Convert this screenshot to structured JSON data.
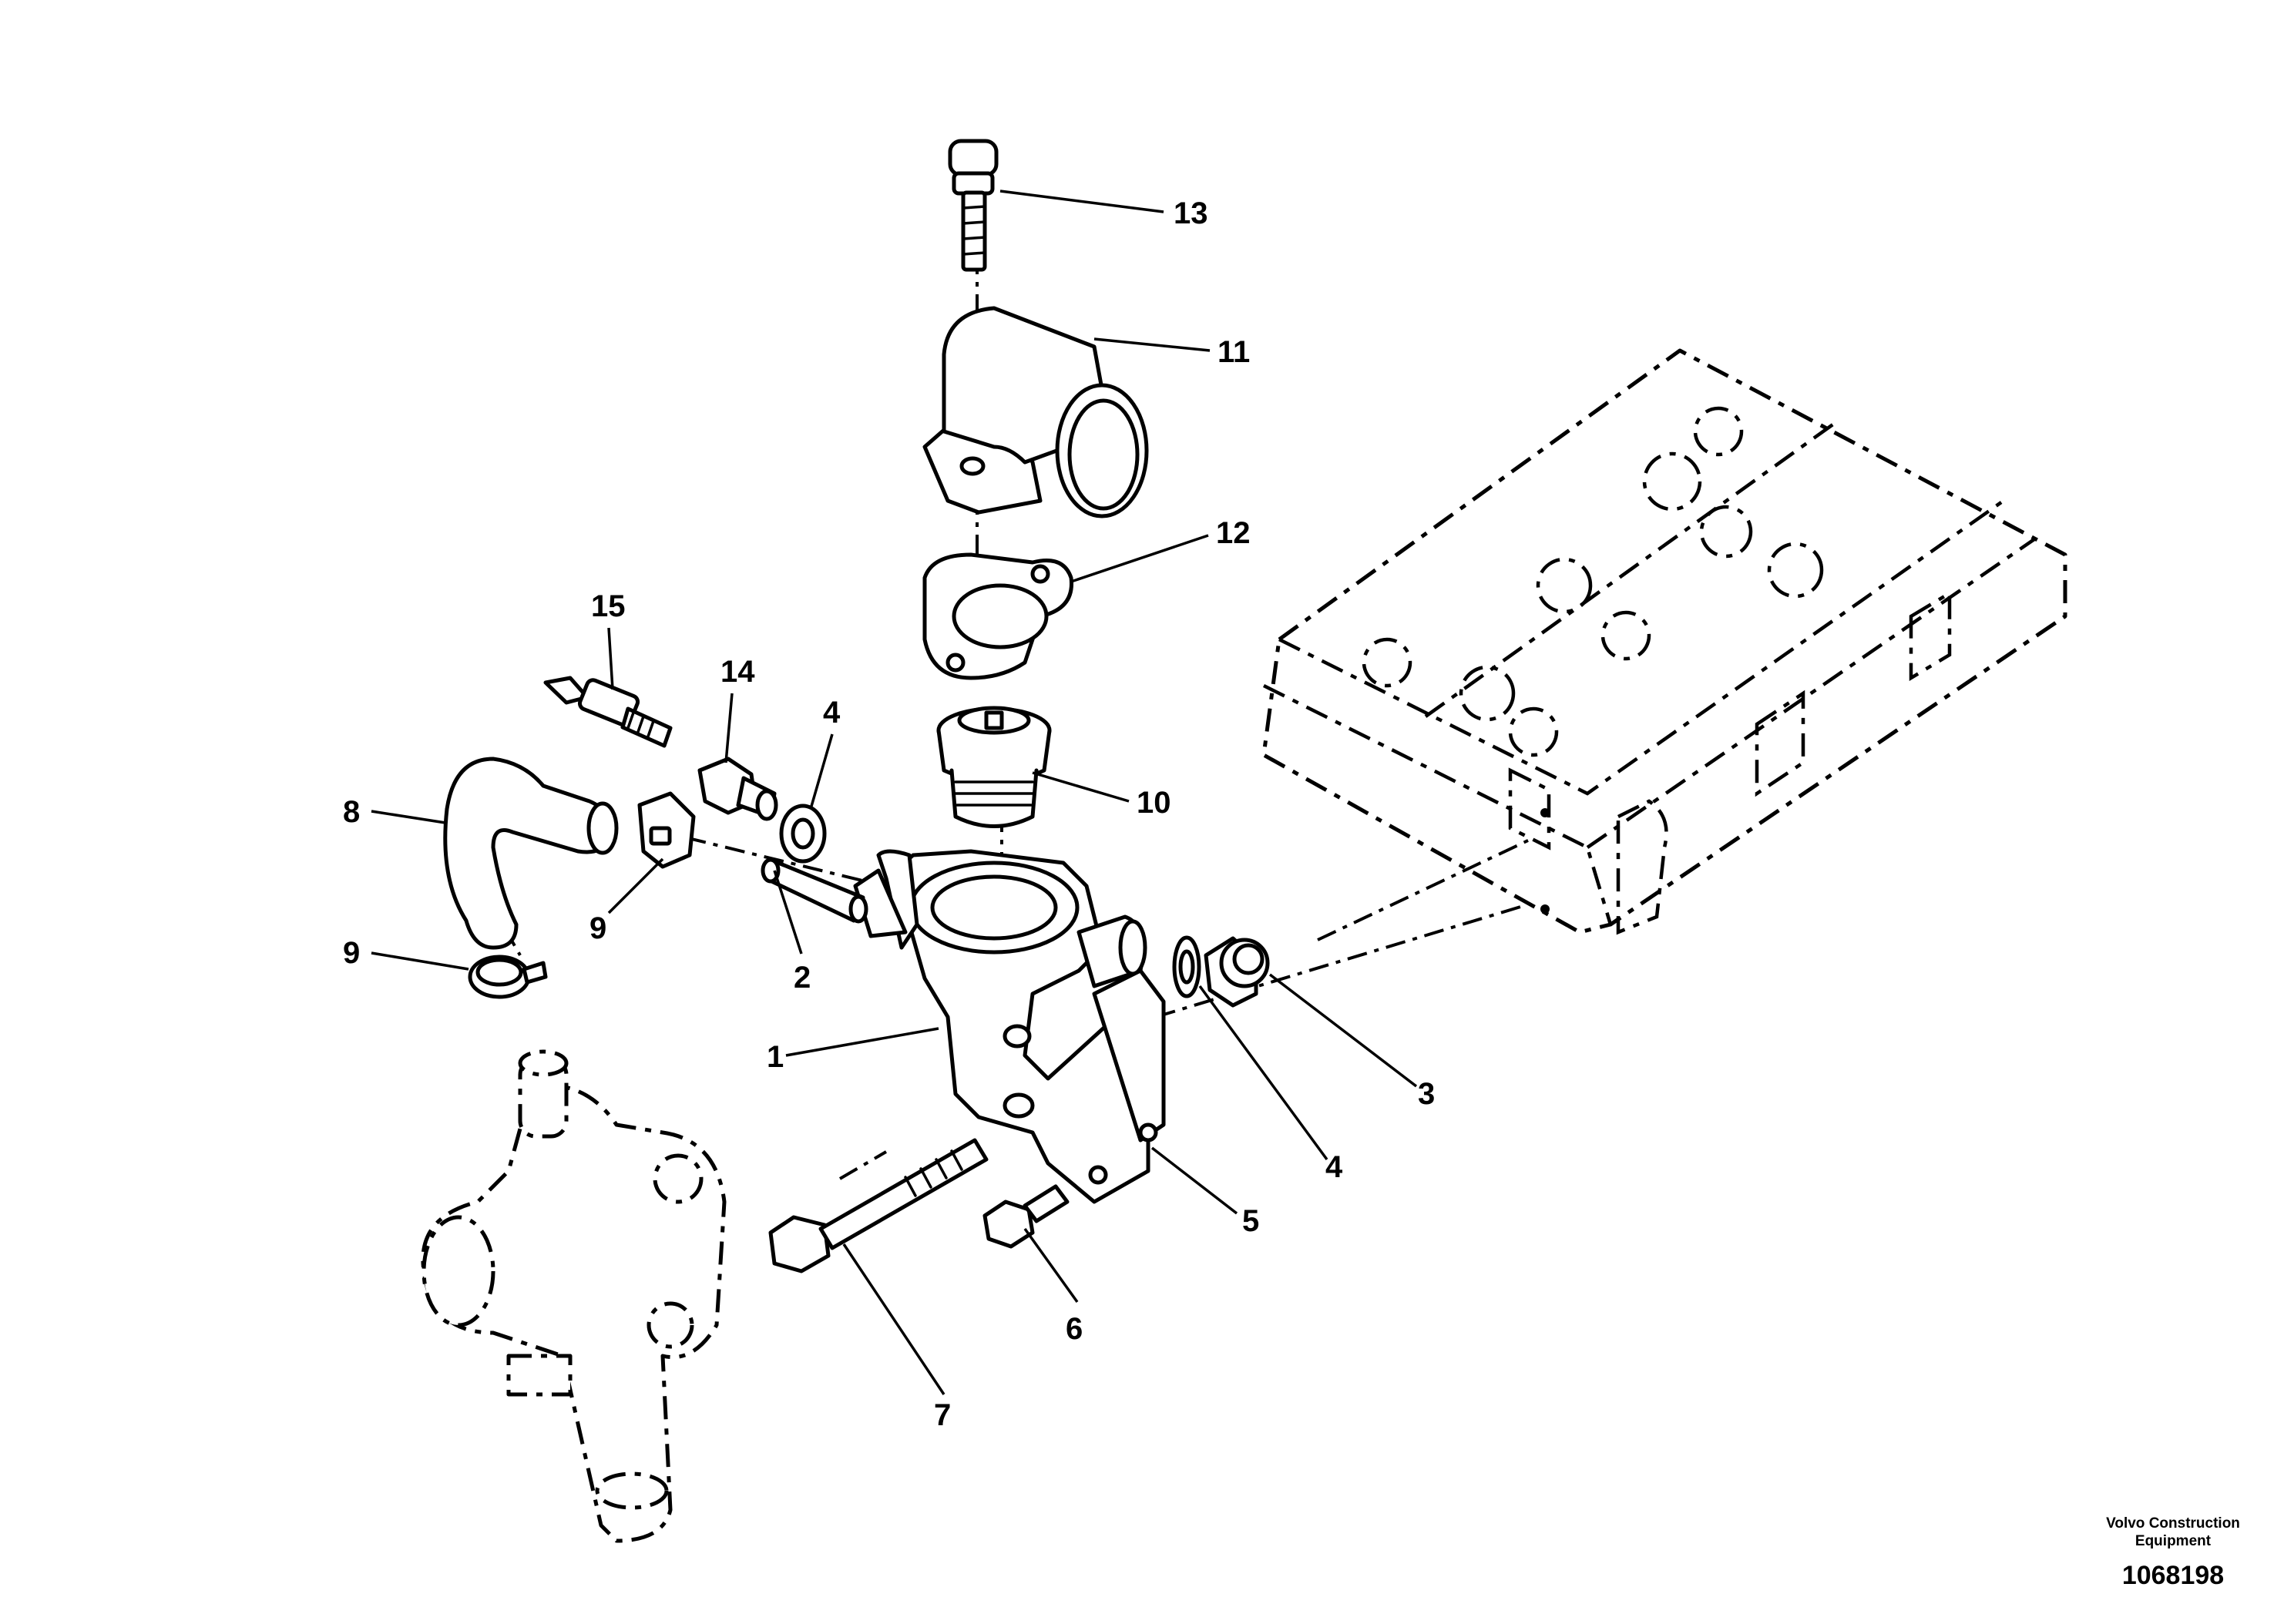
{
  "footer": {
    "brand_line1": "Volvo Construction",
    "brand_line2": "Equipment",
    "drawing_number": "1068198"
  },
  "callouts": [
    {
      "id": "c13",
      "label": "13"
    },
    {
      "id": "c11",
      "label": "11"
    },
    {
      "id": "c12",
      "label": "12"
    },
    {
      "id": "c15",
      "label": "15"
    },
    {
      "id": "c14",
      "label": "14"
    },
    {
      "id": "c4a",
      "label": "4"
    },
    {
      "id": "c10",
      "label": "10"
    },
    {
      "id": "c8",
      "label": "8"
    },
    {
      "id": "c9a",
      "label": "9"
    },
    {
      "id": "c9b",
      "label": "9"
    },
    {
      "id": "c2",
      "label": "2"
    },
    {
      "id": "c1",
      "label": "1"
    },
    {
      "id": "c3",
      "label": "3"
    },
    {
      "id": "c4b",
      "label": "4"
    },
    {
      "id": "c5",
      "label": "5"
    },
    {
      "id": "c6",
      "label": "6"
    },
    {
      "id": "c7",
      "label": "7"
    }
  ]
}
